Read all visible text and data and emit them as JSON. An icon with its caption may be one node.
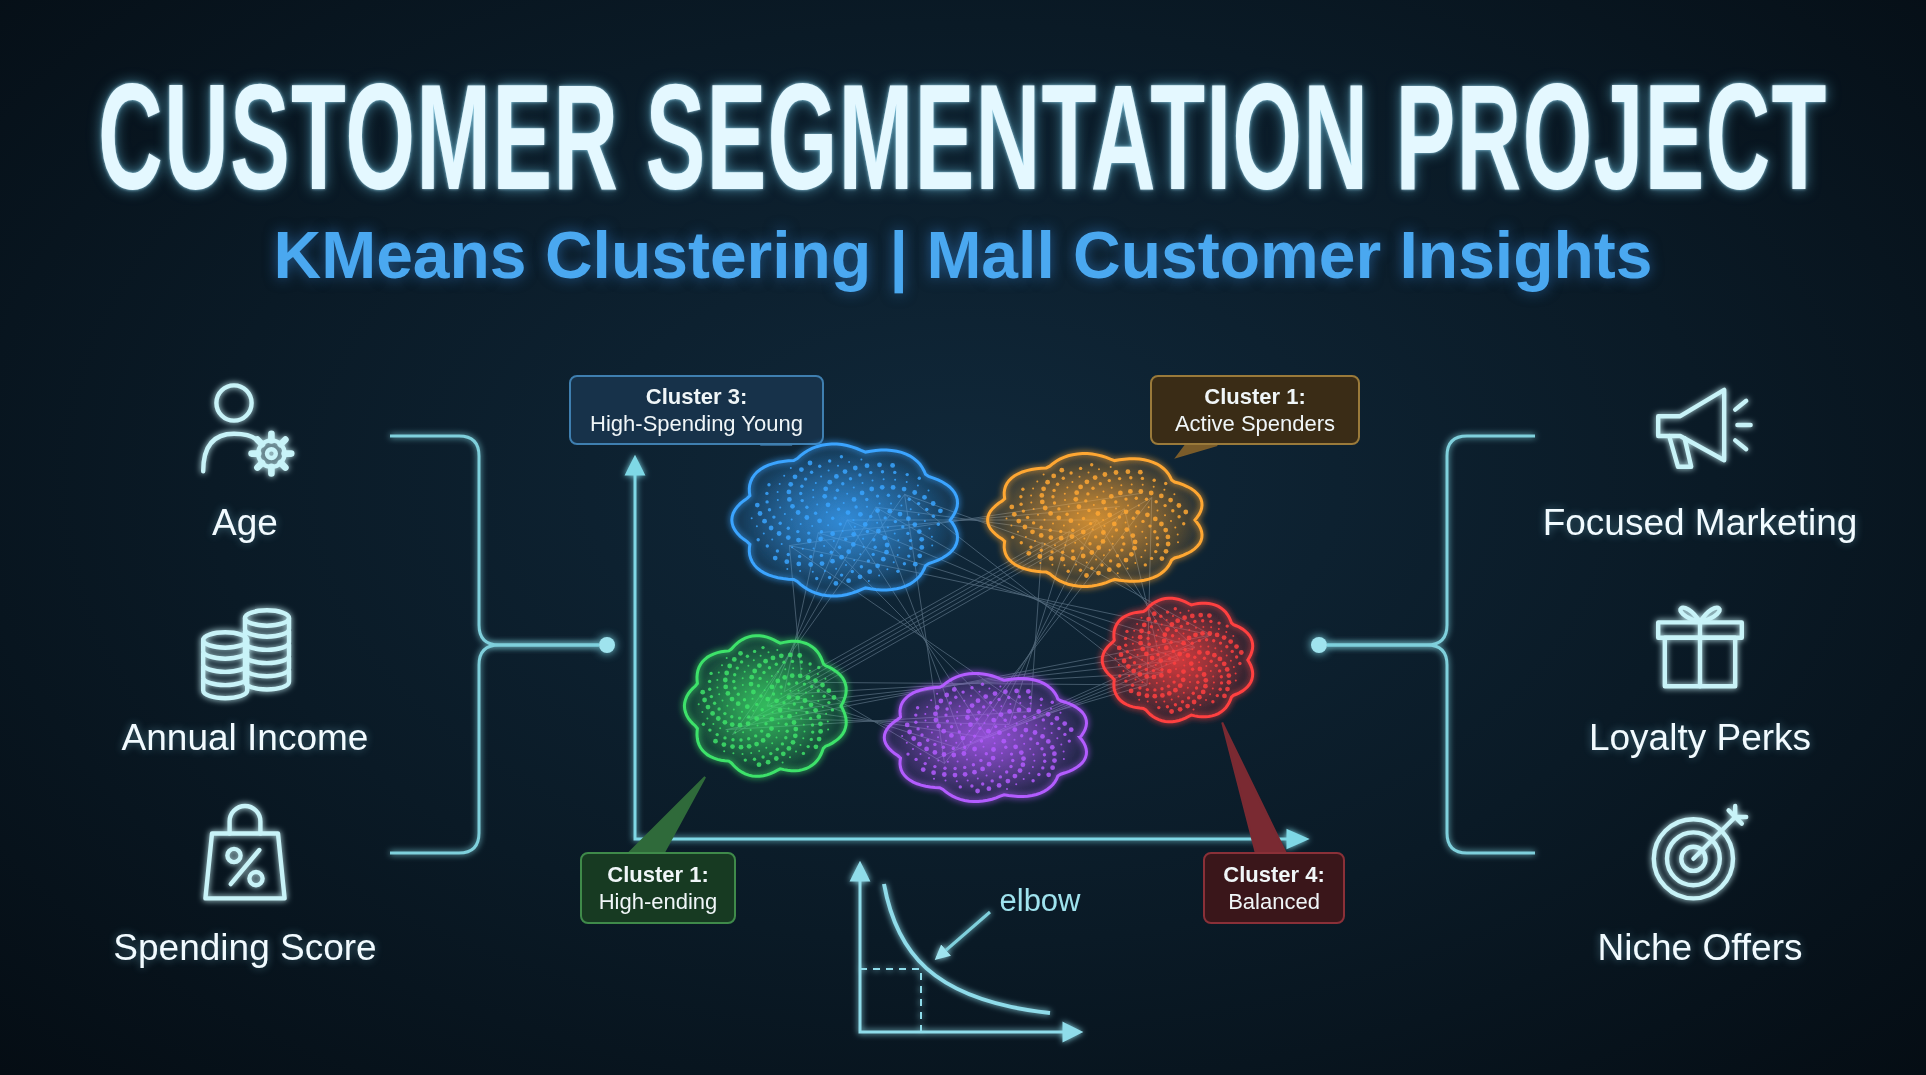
{
  "diagram": {
    "title": "CUSTOMER SEGMENTATION PROJECT",
    "nodes": [
      {
        "text": [
          "Age"
        ]
      },
      {
        "text": [
          "Annual Income"
        ]
      },
      {
        "text": [
          "Spending Score"
        ]
      },
      {
        "text": [],
        "shape": "circle"
      },
      {
        "text": [
          "Cluster 3:",
          "High-Spending Young"
        ]
      },
      {
        "text": [
          "Cluster 1:",
          "Active Spenders"
        ]
      },
      {
        "text": [],
        "shape": "cloud"
      },
      {
        "text": [],
        "shape": "cloud"
      },
      {
        "text": [],
        "shape": "cloud"
      },
      {
        "text": [],
        "shape": "cloud"
      },
      {
        "text": [],
        "shape": "cloud"
      },
      {
        "text": [],
        "shape": "circle"
      },
      {
        "text": [
          "Focused Marketing"
        ]
      },
      {
        "text": [
          "Loyalty Perks"
        ]
      },
      {
        "text": [
          "Niche Offers"
        ]
      },
      {
        "text": [
          "Cluster 1:",
          "High-ending"
        ]
      },
      {
        "text": [
          "Cluster 4:",
          "Balanced"
        ]
      },
      {
        "text": [
          "elbow"
        ]
      }
    ],
    "edges": [
      {
        "from": 0,
        "to": 3,
        "arrow": "none"
      },
      {
        "from": 1,
        "to": 3,
        "arrow": "none"
      },
      {
        "from": 2,
        "to": 3,
        "arrow": "none"
      },
      {
        "from": 11,
        "to": 12,
        "arrow": "none"
      },
      {
        "from": 11,
        "to": 13,
        "arrow": "none"
      },
      {
        "from": 11,
        "to": 14,
        "arrow": "none"
      },
      {
        "from": 4,
        "to": 6,
        "arrow": "none",
        "color": "#2f5f86"
      },
      {
        "from": 5,
        "to": 7,
        "arrow": "none",
        "color": "#7a5c2a"
      },
      {
        "from": 15,
        "to": 8,
        "arrow": "none",
        "color": "#2f6a3a"
      },
      {
        "from": 16,
        "to": 10,
        "arrow": "none",
        "color": "#7a2a32"
      },
      {
        "from": 17,
        "to": null,
        "arrow": "to"
      }
    ],
    "labels": [
      "KMeans Clustering | Mall Customer Insights"
    ]
  }
}
